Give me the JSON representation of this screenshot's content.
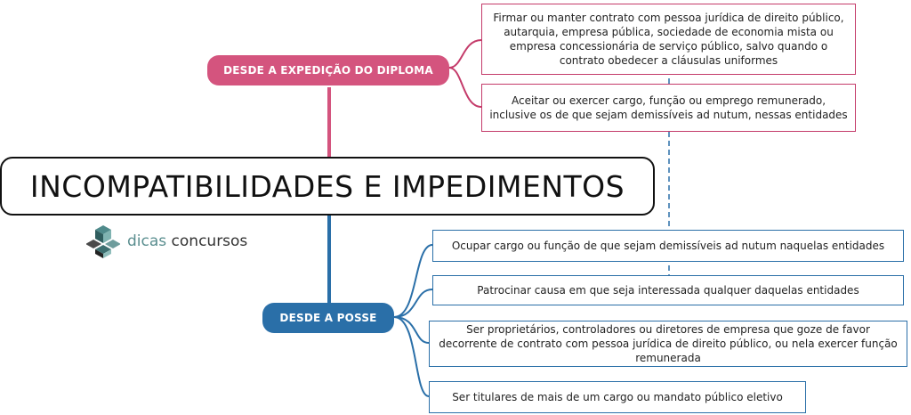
{
  "central": {
    "title": "INCOMPATIBILIDADES E IMPEDIMENTOS"
  },
  "logo": {
    "part1": "dicas",
    "part2": "concursos"
  },
  "branch_top": {
    "label": "DESDE A EXPEDIÇÃO DO DIPLOMA",
    "color": "#d4547e",
    "items": [
      "Firmar ou manter contrato com pessoa jurídica de direito público, autarquia, empresa pública, sociedade de economia mista ou empresa concessionária de serviço público, salvo quando o contrato obedecer a cláusulas uniformes",
      "Aceitar ou exercer cargo, função ou emprego remunerado, inclusive os de que sejam demissíveis ad nutum, nessas entidades"
    ]
  },
  "branch_bottom": {
    "label": "DESDE A POSSE",
    "color": "#2a6fa8",
    "items": [
      "Ocupar cargo ou função de que sejam demissíveis ad nutum naquelas entidades",
      "Patrocinar causa em que seja interessada qualquer daquelas entidades",
      "Ser proprietários, controladores ou diretores de empresa que goze de favor decorrente de contrato com pessoa jurídica de direito público, ou nela exercer função remunerada",
      "Ser titulares de mais de um cargo ou mandato público eletivo"
    ]
  }
}
